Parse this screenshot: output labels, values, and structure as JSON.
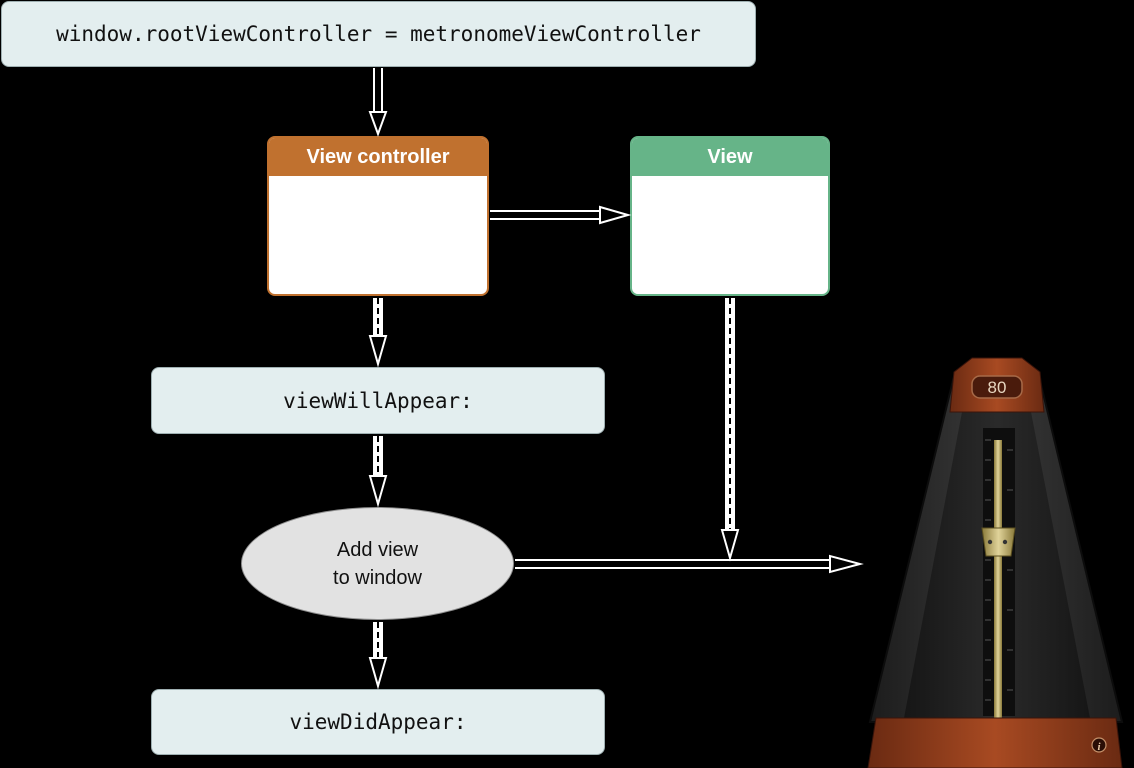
{
  "boxes": {
    "root_assign": "window.rootViewController = metronomeViewController",
    "view_controller": "View controller",
    "view": "View",
    "view_will_appear": "viewWillAppear:",
    "add_view_line1": "Add view",
    "add_view_line2": "to window",
    "view_did_appear": "viewDidAppear:"
  },
  "metronome": {
    "tempo": "80",
    "info_icon": "info-icon"
  },
  "colors": {
    "view_controller_accent": "#c0712f",
    "view_accent": "#66b488",
    "code_box_fill": "#e3eeef",
    "oval_fill": "#e2e2e2",
    "background": "#000000"
  }
}
